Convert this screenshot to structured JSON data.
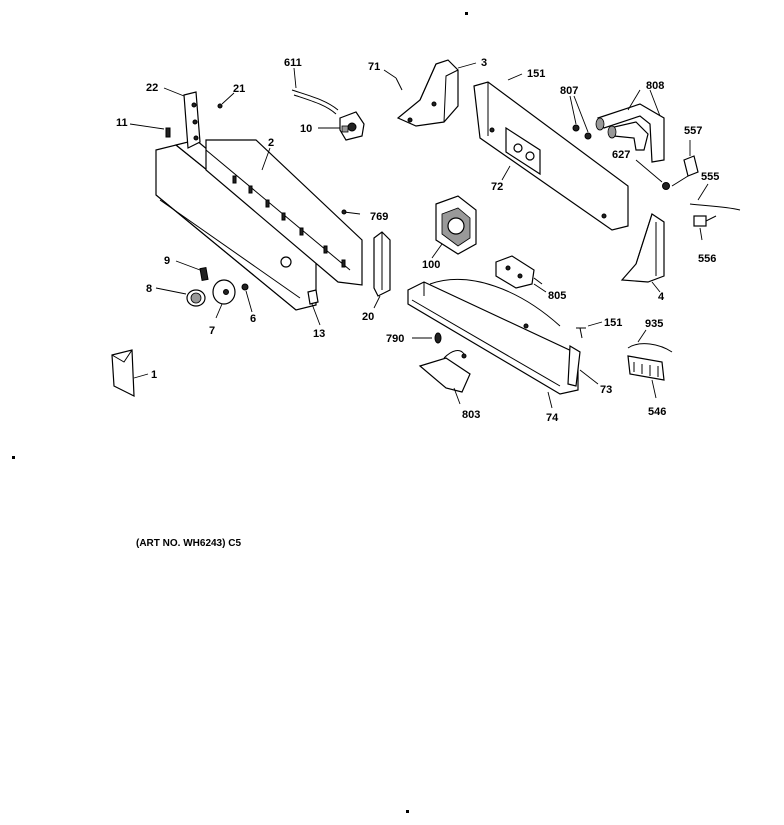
{
  "labels": {
    "l1": "1",
    "l2": "2",
    "l3": "3",
    "l4": "4",
    "l6": "6",
    "l7": "7",
    "l8": "8",
    "l9": "9",
    "l10": "10",
    "l11": "11",
    "l13": "13",
    "l20": "20",
    "l21": "21",
    "l22": "22",
    "l71": "71",
    "l72": "72",
    "l73": "73",
    "l74": "74",
    "l100": "100",
    "l151a": "151",
    "l151b": "151",
    "l546": "546",
    "l555": "555",
    "l556": "556",
    "l557": "557",
    "l611": "611",
    "l627": "627",
    "l769": "769",
    "l790": "790",
    "l803": "803",
    "l805": "805",
    "l807": "807",
    "l808": "808",
    "l935": "935"
  },
  "caption": "(ART NO. WH6243) C5"
}
